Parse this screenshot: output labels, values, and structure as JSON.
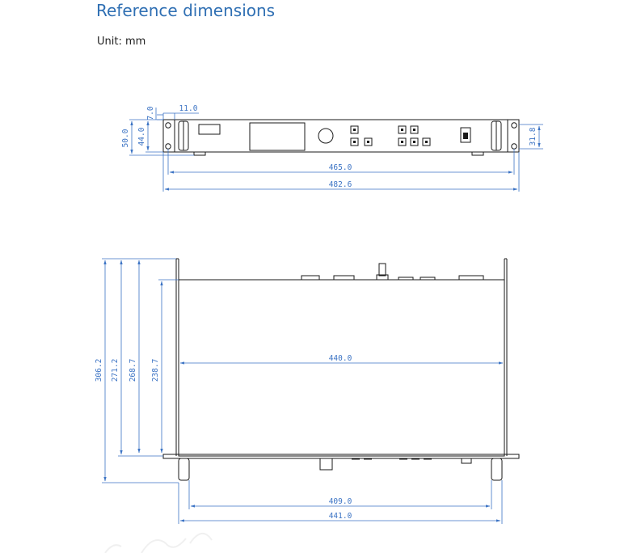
{
  "heading": "Reference dimensions",
  "unit_label": "Unit: mm",
  "front_view": {
    "dims": {
      "d7": "7.0",
      "d11": "11.0",
      "d50": "50.0",
      "d44": "44.0",
      "d318": "31.8",
      "d465": "465.0",
      "d4826": "482.6"
    }
  },
  "top_view": {
    "dims": {
      "d3062": "306.2",
      "d2712": "271.2",
      "d2687": "268.7",
      "d2387": "238.7",
      "d440": "440.0",
      "d409": "409.0",
      "d441": "441.0"
    }
  },
  "colors": {
    "heading": "#2f6fb3",
    "dimension": "#3b73c4",
    "outline": "#1a1a1a"
  }
}
